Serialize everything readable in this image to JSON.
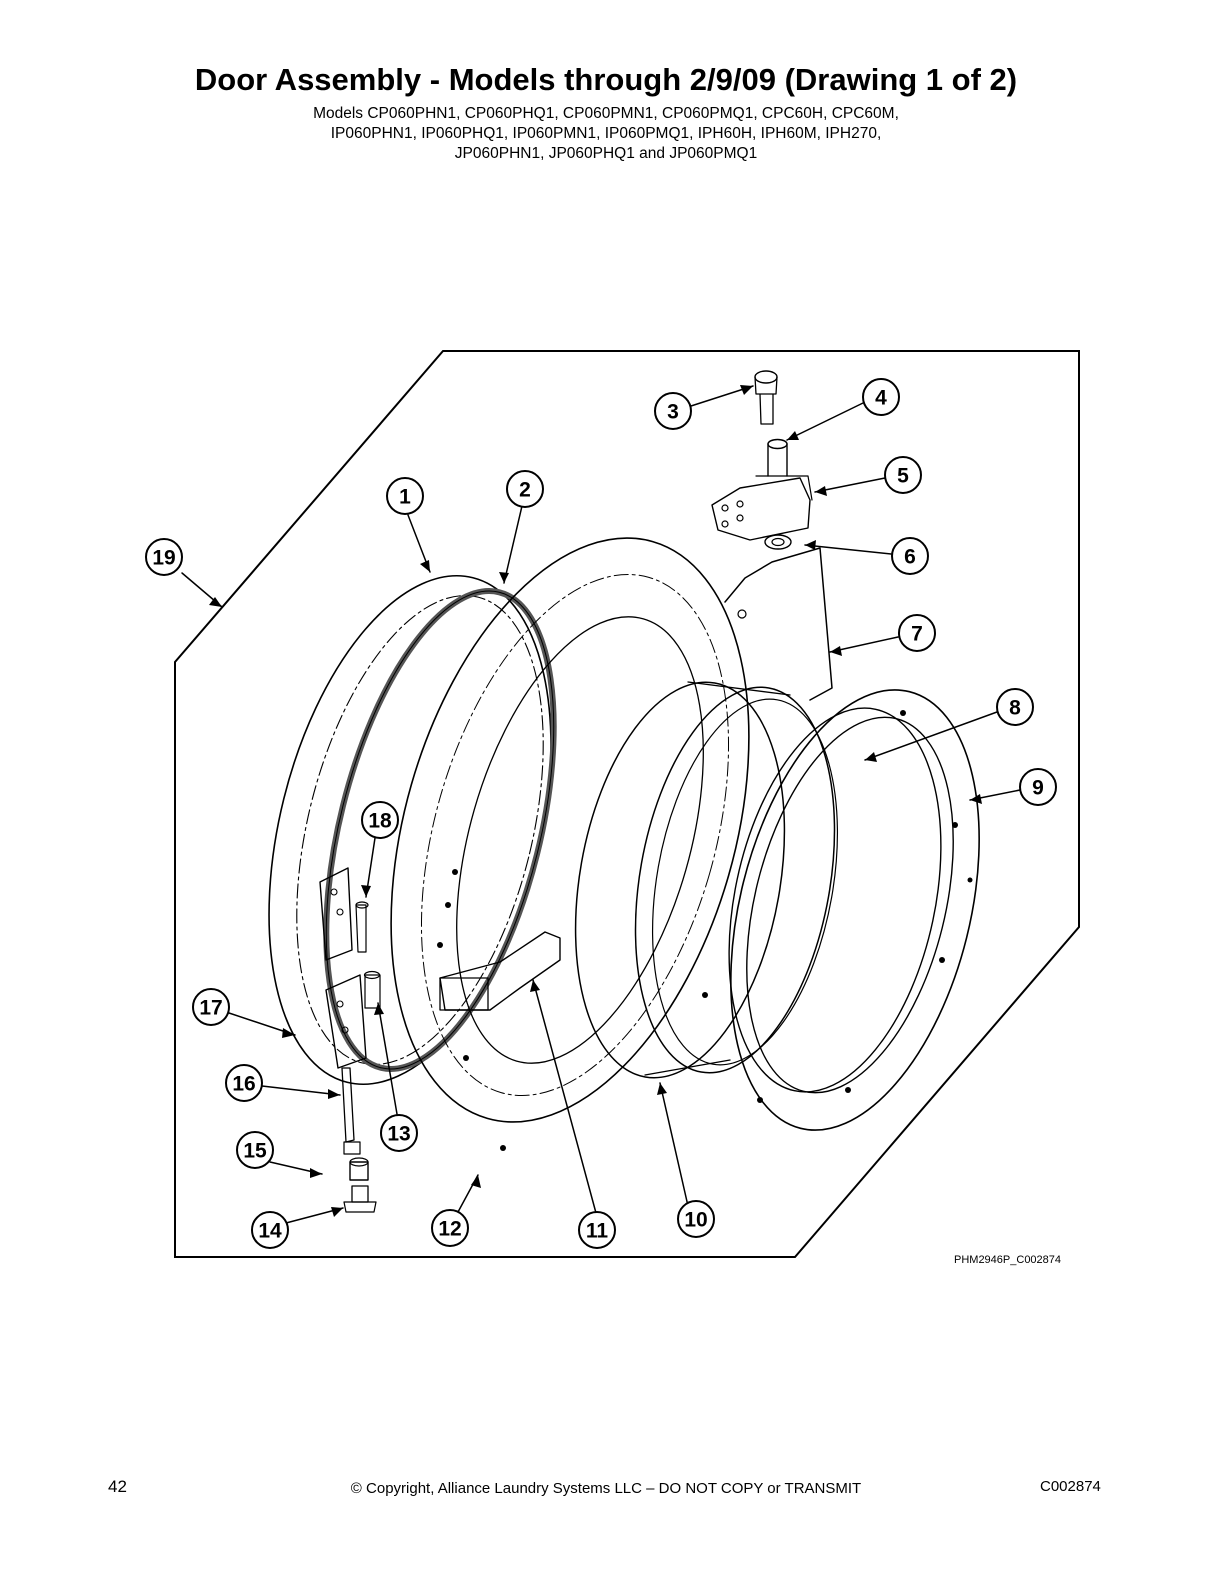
{
  "header": {
    "title": "Door Assembly - Models through 2/9/09 (Drawing 1 of 2)",
    "models_lines": [
      "Models CP060PHN1, CP060PHQ1, CP060PMN1, CP060PMQ1, CPC60H, CPC60M,",
      "IP060PHN1, IP060PHQ1, IP060PMN1, IP060PMQ1, IPH60H, IPH60M, IPH270,",
      "JP060PHN1, JP060PHQ1 and JP060PMQ1"
    ]
  },
  "drawing": {
    "figure_id": "PHM2946P_C002874",
    "callouts": [
      "1",
      "2",
      "3",
      "4",
      "5",
      "6",
      "7",
      "8",
      "9",
      "10",
      "11",
      "12",
      "13",
      "14",
      "15",
      "16",
      "17",
      "18",
      "19"
    ]
  },
  "footer": {
    "page_number": "42",
    "copyright": "© Copyright, Alliance Laundry Systems LLC – DO NOT COPY or TRANSMIT",
    "doc_code": "C002874"
  }
}
